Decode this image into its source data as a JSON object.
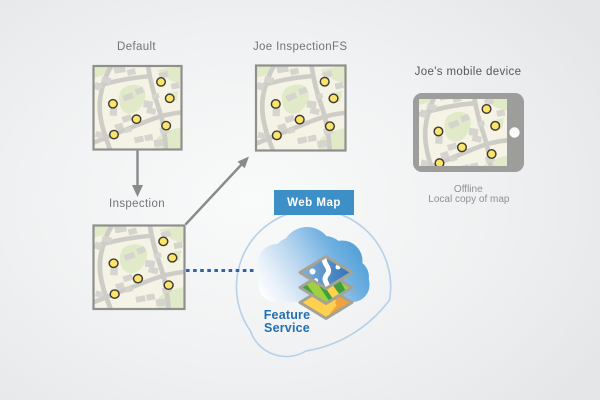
{
  "diagram": {
    "nodes": {
      "default_map": {
        "label": "Default"
      },
      "joe_inspection_fs_map": {
        "label": "Joe InspectionFS"
      },
      "inspection_map": {
        "label": "Inspection"
      },
      "mobile_device": {
        "label": "Joe's mobile device",
        "status_line1": "Offline",
        "status_line2": "Local copy of map"
      },
      "web_map": {
        "label": "Web Map"
      },
      "feature_service": {
        "line1": "Feature",
        "line2": "Service"
      }
    },
    "icons": [
      "map-thumbnail-icon",
      "arrow-down-icon",
      "arrow-up-right-icon",
      "dotted-connector-icon",
      "cloud-icon",
      "layers-diamond-icon",
      "tablet-device-icon",
      "home-button-icon",
      "map-marker-icon"
    ],
    "colors": {
      "background_center": "#f9fafa",
      "background_edge": "#e5e6e8",
      "web_map_banner": "#3d8fc7",
      "feature_service_text": "#1c6ab1",
      "label_gray": "#77787c",
      "device_label_gray": "#595a5d",
      "status_gray": "#909196",
      "arrow_gray": "#8a8a8a",
      "box_border_gray": "#8f8f8c",
      "map_background": "#f4f1e3",
      "map_green": "#dfe9c6",
      "map_road": "#c9c8c3",
      "map_house": "#d9d8d3",
      "marker_yellow": "#fce469",
      "cloud_blue": "#57a4d9",
      "outline_blue": "#b5d0e9",
      "dotted_blue": "#2e61ae",
      "tablet_gray": "#9d9d9b"
    }
  }
}
